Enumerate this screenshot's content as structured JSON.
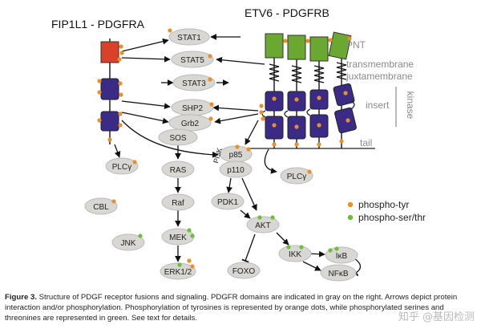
{
  "titles": {
    "left": "FIP1L1 - PDGFRA",
    "right": "ETV6 - PDGFRB"
  },
  "domain_labels": {
    "pnt": "PNT",
    "transmembrane": "transmembrane",
    "juxtamembrane": "juxtamembrane",
    "insert": "insert",
    "kinase": "kinase",
    "tail": "tail"
  },
  "nodes": {
    "stat1": "STAT1",
    "stat5": "STAT5",
    "stat3": "STAT3",
    "shp2": "SHP2",
    "grb2": "Grb2",
    "sos": "SOS",
    "p85": "p85",
    "p110": "p110",
    "pi3k": "PI3K",
    "plc_left": "PLCγ",
    "plc_right": "PLCγ",
    "ras": "RAS",
    "raf": "Raf",
    "mek": "MEK",
    "erk": "ERK1/2",
    "cbl": "CBL",
    "jnk": "JNK",
    "pdk1": "PDK1",
    "akt": "AKT",
    "foxo": "FOXO",
    "ikk": "IKK",
    "ikb": "IκB",
    "nfkb": "NFκB"
  },
  "legend": {
    "phospho_tyr": "phospho-tyr",
    "phospho_ser_thr": "phospho-ser/thr"
  },
  "caption": {
    "label": "Figure 3.",
    "text": " Structure of PDGF receptor fusions and signaling. PDGFR domains are indicated in gray on the right. Arrows depict protein interaction and/or phosphorylation. Phosphorylation of tyrosines is represented by orange dots, while phosphorylated serines and threonines are represented in green. See text for details."
  },
  "watermark": "知乎 @基因检测",
  "colors": {
    "phospho_tyr": "#e8902a",
    "phospho_ser_thr": "#6cbf3a",
    "pnt_domain": "#6aa832",
    "fip1l1": "#d9412b",
    "kinase_domain": "#3b2a86",
    "node_fill": "#d9d7d3",
    "domain_label_gray": "#8a8a8a"
  }
}
